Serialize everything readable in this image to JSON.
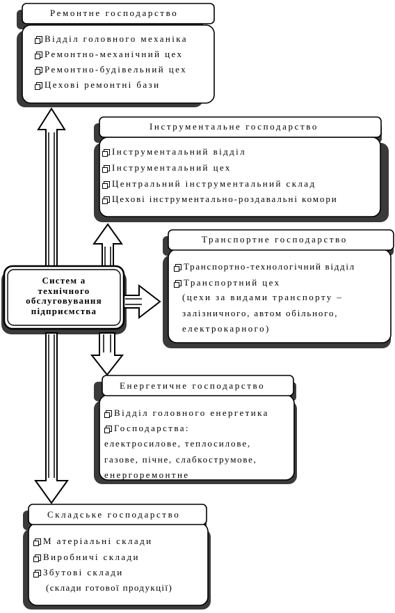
{
  "center": {
    "lines": [
      "Систем а",
      "технічного",
      "обслуговування",
      "підприємства"
    ]
  },
  "repair": {
    "title": "Ремонтне господарство",
    "items": [
      "Відділ головного механіка",
      "Ремонтно-механічний цех",
      "Ремонтно-будівельний цех",
      "Цехові ремонтні бази"
    ]
  },
  "tools": {
    "title": "Інструментальне господарство",
    "items": [
      "Інструментальний відділ",
      "Інструментальний цех",
      "Центральний інструментальний склад",
      "Цехові інструментально-роздавальні комори"
    ]
  },
  "transport": {
    "title": "Транспортне господарство",
    "items": [
      "Транспортно-технологічний відділ",
      "Транспортний цех"
    ],
    "notes": [
      "(цехи за видами транспорту –",
      "залізничного, автом обільного,",
      "електрокарного)"
    ]
  },
  "energy": {
    "title": "Енергетичне господарство",
    "items": [
      "Відділ головного енергетика",
      "Господарства:"
    ],
    "notes": [
      "електросилове, теплосилове,",
      "газове, пічне, слабкострумове,",
      "енергоремонтне"
    ]
  },
  "warehouse": {
    "title": "Складське господарство",
    "items": [
      "М атеріальні склади",
      "Виробничі склади",
      "Збутові склади"
    ],
    "notes": [
      "(склади готової продукції)"
    ]
  }
}
